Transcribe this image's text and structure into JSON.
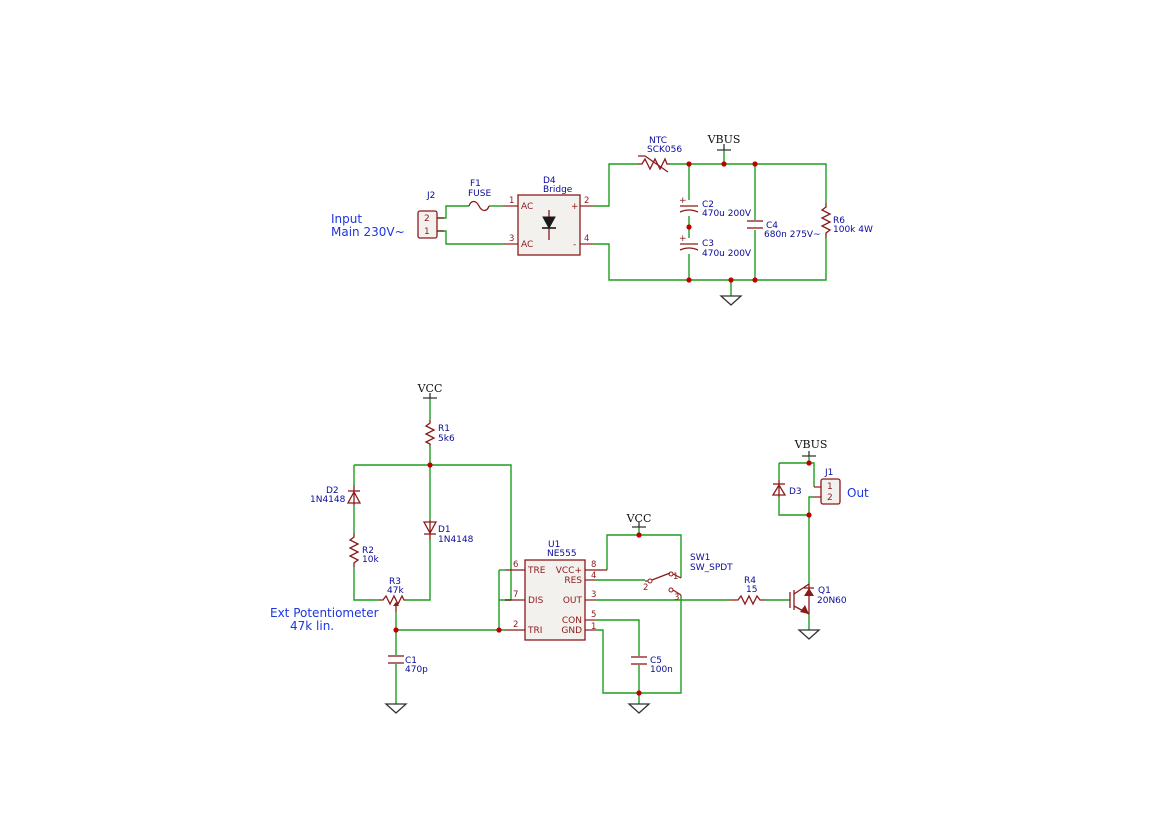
{
  "power_nets": {
    "vbus_top": "VBUS",
    "vbus_right": "VBUS",
    "vcc_left": "VCC",
    "vcc_switch": "VCC"
  },
  "notes": {
    "input_line1": "Input",
    "input_line2": "Main 230V~",
    "ext_line1": "Ext Potentiometer",
    "ext_line2": "47k lin.",
    "out": "Out"
  },
  "components": {
    "J2": {
      "ref": "J2",
      "pin_a": "2",
      "pin_b": "1"
    },
    "F1": {
      "ref": "F1",
      "value": "FUSE"
    },
    "D4": {
      "ref": "D4",
      "value": "Bridge",
      "ac1": "AC",
      "ac2": "AC",
      "plus": "+",
      "minus": "-",
      "p1": "1",
      "p2": "2",
      "p3": "3",
      "p4": "4"
    },
    "NTC": {
      "ref": "NTC",
      "value": "SCK056"
    },
    "C2": {
      "ref": "C2",
      "value": "470u 200V"
    },
    "C3": {
      "ref": "C3",
      "value": "470u 200V"
    },
    "C4": {
      "ref": "C4",
      "value": "680n 275V~"
    },
    "R6": {
      "ref": "R6",
      "value": "100k 4W"
    },
    "R1": {
      "ref": "R1",
      "value": "5k6"
    },
    "D2": {
      "ref": "D2",
      "value": "1N4148"
    },
    "D1": {
      "ref": "D1",
      "value": "1N4148"
    },
    "R2": {
      "ref": "R2",
      "value": "10k"
    },
    "R3": {
      "ref": "R3",
      "value": "47k"
    },
    "C1": {
      "ref": "C1",
      "value": "470p"
    },
    "U1": {
      "ref": "U1",
      "value": "NE555",
      "pins_left": [
        {
          "num": "6",
          "name": "TRE"
        },
        {
          "num": "7",
          "name": "DIS"
        },
        {
          "num": "2",
          "name": "TRI"
        }
      ],
      "pins_right": [
        {
          "num": "8",
          "name": "VCC+"
        },
        {
          "num": "4",
          "name": "RES"
        },
        {
          "num": "3",
          "name": "OUT"
        },
        {
          "num": "5",
          "name": "CON"
        },
        {
          "num": "1",
          "name": "GND"
        }
      ]
    },
    "C5": {
      "ref": "C5",
      "value": "100n"
    },
    "SW1": {
      "ref": "SW1",
      "value": "SW_SPDT",
      "p1": "1",
      "p2": "2",
      "p3": "3"
    },
    "R4": {
      "ref": "R4",
      "value": "15"
    },
    "Q1": {
      "ref": "Q1",
      "value": "20N60"
    },
    "D3": {
      "ref": "D3"
    },
    "J1": {
      "ref": "J1",
      "pin_a": "1",
      "pin_b": "2"
    }
  },
  "colors": {
    "wire": "#1e9e1e",
    "component": "#8b1a1a",
    "label": "#0a0a9a",
    "note": "#1e36e0",
    "junction": "#c00000"
  }
}
